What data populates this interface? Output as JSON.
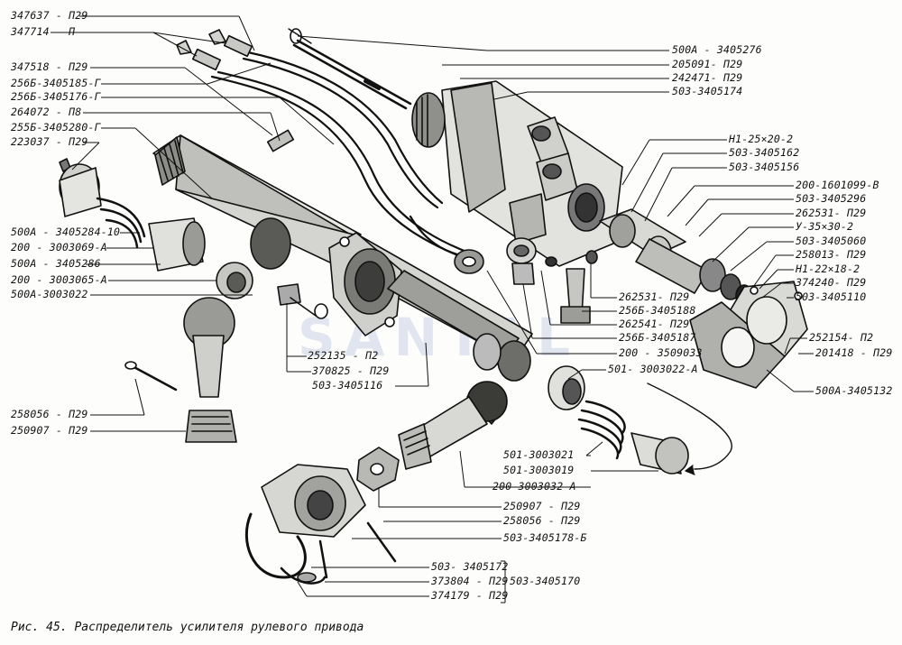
{
  "caption": "Рис. 45. Распределитель усилителя рулевого привода",
  "watermark": "SANTAL",
  "labels": {
    "l_347637": "347637 - П29",
    "l_347714": "347714 - П",
    "l_347518": "347518 - П29",
    "l_256b185": "256Б-3405185-Г",
    "l_256b176": "256Б-3405176-Г",
    "l_264072": "264072 - П8",
    "l_255b280": "255Б-3405280-Г",
    "l_223037": "223037 - П29",
    "l_500a284": "500А - 3405284-10",
    "l_200_069a": "200 - 3003069-А",
    "l_500a286": "500А - 3405286",
    "l_200_065a": "200 - 3003065-А",
    "l_500a3003022": "500А-3003022",
    "l_258056a": "258056 - П29",
    "l_250907a": "250907 - П29",
    "l_252135": "252135 - П2",
    "l_370825": "370825 - П29",
    "l_503_116": "503-3405116",
    "l_500a276": "500А - 3405276",
    "l_205091": "205091- П29",
    "l_242471": "242471- П29",
    "l_503_174": "503-3405174",
    "l_h1_25": "Н1-25×20-2",
    "l_503_162": "503-3405162",
    "l_503_156": "503-3405156",
    "l_200_1601099": "200-1601099-В",
    "l_503_296": "503-3405296",
    "l_262531b": "262531- П29",
    "l_u35": "У-35×30-2",
    "l_503_060": "503-3405060",
    "l_258013": "258013- П29",
    "l_h1_22": "Н1-22×18-2",
    "l_374240": "374240- П29",
    "l_503_110": "503-3405110",
    "l_262531a": "262531- П29",
    "l_256b188": "256Б-3405188",
    "l_262541": "262541- П29",
    "l_256b187": "256Б-3405187",
    "l_200_033": "200 - 3509033",
    "l_501_022a": "501- 3003022-А",
    "l_252154": "252154- П2",
    "l_201418": "201418 - П29",
    "l_500a132": "500А-3405132",
    "l_501_021": "501-3003021",
    "l_501_019": "501-3003019",
    "l_200_032a": "200-3003032-А",
    "l_250907b": "250907 - П29",
    "l_258056b": "258056 - П29",
    "l_503_178b": "503-3405178-Б",
    "l_503_172": "503- 3405172",
    "l_373804": "373804 - П29",
    "l_374179": "374179 - П29",
    "l_503_170": "503-3405170"
  }
}
